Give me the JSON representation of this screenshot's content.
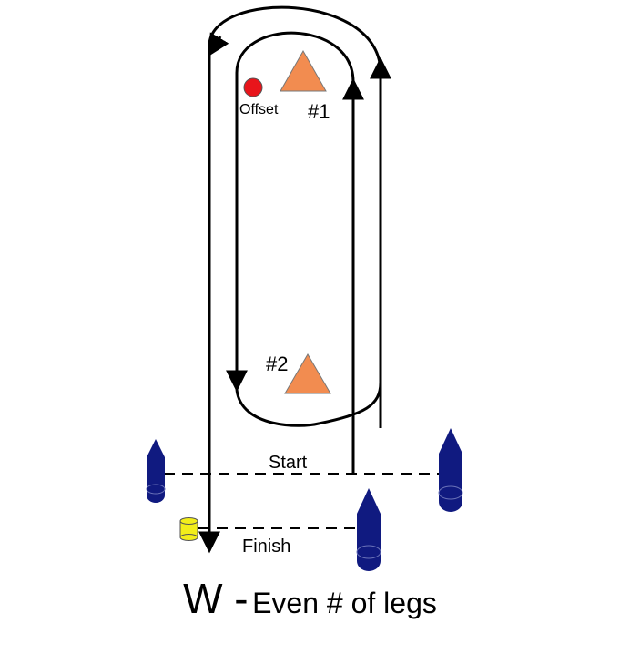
{
  "diagram": {
    "mark_1_label": "#1",
    "mark_2_label": "#2",
    "offset_label": "Offset",
    "start_label": "Start",
    "finish_label": "Finish",
    "caption_letter": "W -",
    "caption_rest": "Even # of legs"
  },
  "colors": {
    "mark_fill": "#F28C50",
    "offset_fill": "#E8151B",
    "committee_boat": "#101A80",
    "pin_buoy": "#F2EE1A",
    "line": "#000000"
  }
}
